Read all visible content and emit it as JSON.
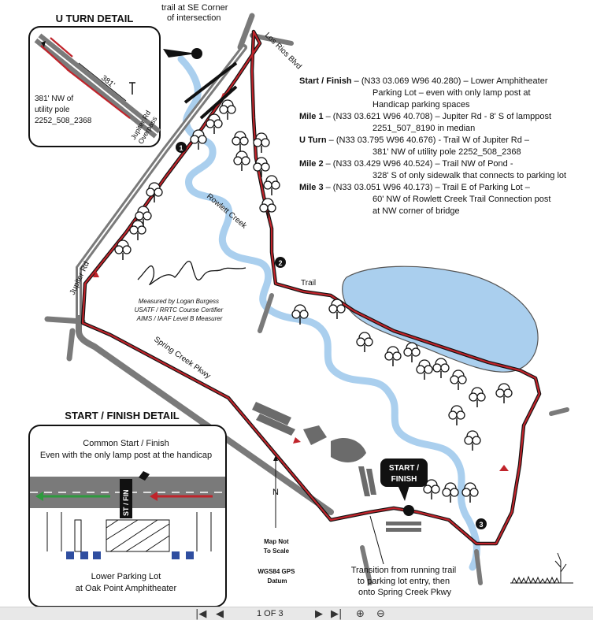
{
  "uturn_detail": {
    "title": "U TURN DETAIL",
    "distance_label": "381'",
    "note_line1": "381' NW of",
    "note_line2": "utility pole",
    "note_line3": "2252_508_2368",
    "overpass_line1": "Jupiter Rd",
    "overpass_line2": "Overpass"
  },
  "top_note": {
    "line1": "trail at SE Corner",
    "line2": "of intersection"
  },
  "roads": {
    "los_rios": "Los Rios Blvd",
    "jupiter": "Jupiter Rd",
    "spring_creek": "Spring Creek Pkwy",
    "rowlett_creek": "Rowlett Creek",
    "trail": "Trail"
  },
  "legend": {
    "start_label": "Start / Finish",
    "start_text": " – (N33 03.069 W96 40.280) – Lower Amphitheater",
    "start_line2": "Parking Lot – even with only lamp post at",
    "start_line3": "Handicap parking spaces",
    "mile1_label": "Mile 1",
    "mile1_text": " – (N33 03.621 W96 40.708) – Jupiter Rd - 8' S of lamppost",
    "mile1_line2": "2251_507_8190 in median",
    "uturn_label": "U Turn",
    "uturn_text": " – (N33 03.795 W96 40.676) - Trail W of Jupiter Rd –",
    "uturn_line2": "381' NW of utility pole 2252_508_2368",
    "mile2_label": "Mile 2",
    "mile2_text": " – (N33 03.429 W96 40.524) – Trail NW of Pond -",
    "mile2_line2": "328' S of only sidewalk that connects to parking lot",
    "mile3_label": "Mile 3",
    "mile3_text": " – (N33 03.051 W96 40.173) – Trail E of Parking Lot –",
    "mile3_line2": "60' NW of Rowlett Creek Trail Connection post",
    "mile3_line3": "at NW corner of bridge"
  },
  "markers": {
    "m1": "1",
    "m2": "2",
    "m3": "3"
  },
  "measured": {
    "line1": "Measured by Logan Burgess",
    "line2": "USATF / RRTC Course Certifier",
    "line3": "AIMS / IAAF Level B Measurer"
  },
  "start_finish_detail": {
    "title": "START / FINISH DETAIL",
    "line1": "Common Start / Finish",
    "line2": "Even with the only lamp post at the handicap",
    "st_fin": "ST / FIN",
    "lot_line1": "Lower Parking Lot",
    "lot_line2": "at Oak Point Amphitheater"
  },
  "start_callout": {
    "line1": "START /",
    "line2": "FINISH"
  },
  "compass": {
    "n": "N"
  },
  "scale_note": {
    "line1": "Map Not",
    "line2": "To Scale",
    "datum1": "WGS84 GPS",
    "datum2": "Datum"
  },
  "transition": {
    "line1": "Transition from running trail",
    "line2": "to parking lot entry, then",
    "line3": "onto Spring Creek Pkwy"
  },
  "viewer": {
    "page_count": "1 OF 3"
  },
  "colors": {
    "route": "#c0242b",
    "water": "#aacfee",
    "road": "#7a7a7a",
    "green_arrow": "#2e9a3e"
  }
}
